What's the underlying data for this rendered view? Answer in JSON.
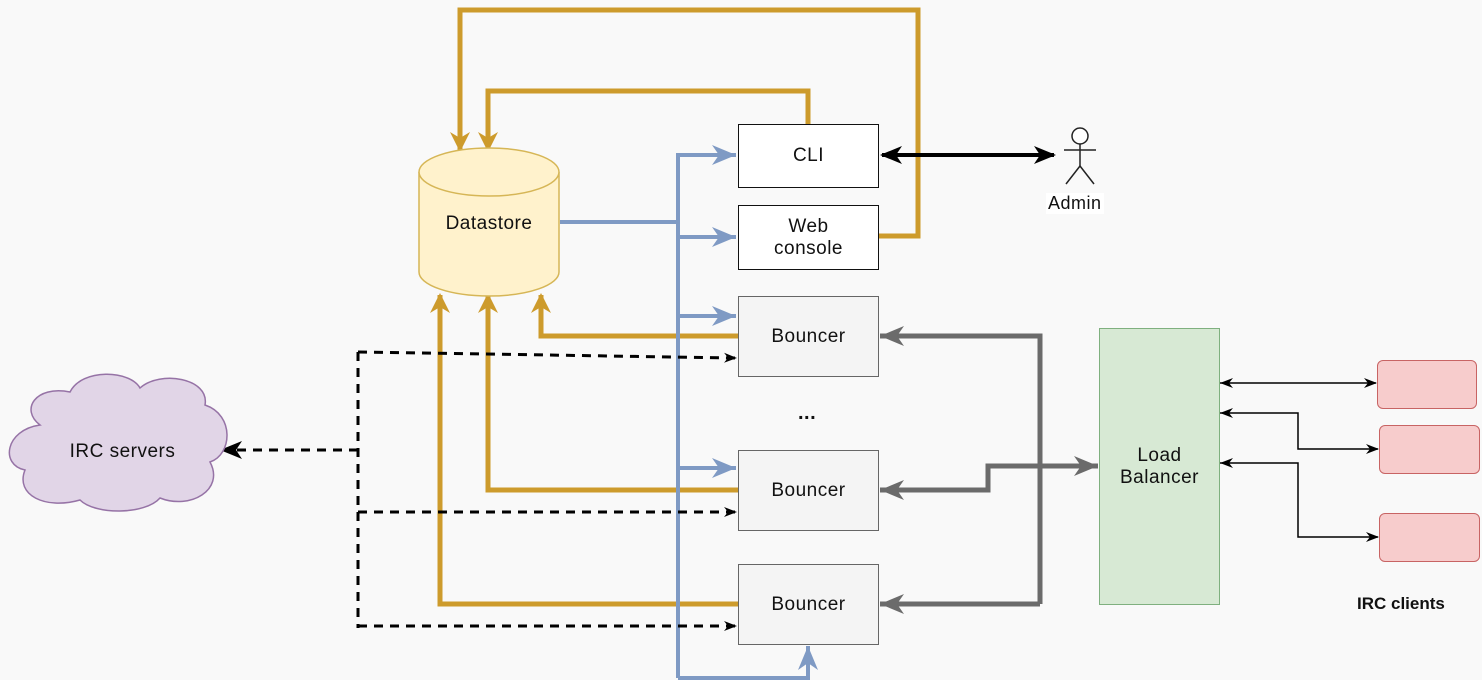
{
  "nodes": {
    "datastore": "Datastore",
    "cli": "CLI",
    "web_console_line1": "Web",
    "web_console_line2": "console",
    "admin": "Admin",
    "bouncer_1": "Bouncer",
    "ellipsis": "...",
    "bouncer_2": "Bouncer",
    "bouncer_3": "Bouncer",
    "irc_servers": "IRC servers",
    "load_balancer_line1": "Load",
    "load_balancer_line2": "Balancer",
    "irc_clients": "IRC clients"
  },
  "colors": {
    "gold": "#cd9b2c",
    "blue": "#7f9ac4",
    "grey": "#6b6b6b",
    "black": "#000000",
    "datastore_fill": "#fff2cc",
    "datastore_stroke": "#d6b656",
    "cloud_fill": "#e1d5e7",
    "cloud_stroke": "#9673a6",
    "lb_fill": "#d5e8d4",
    "client_fill": "#f8cecc"
  }
}
